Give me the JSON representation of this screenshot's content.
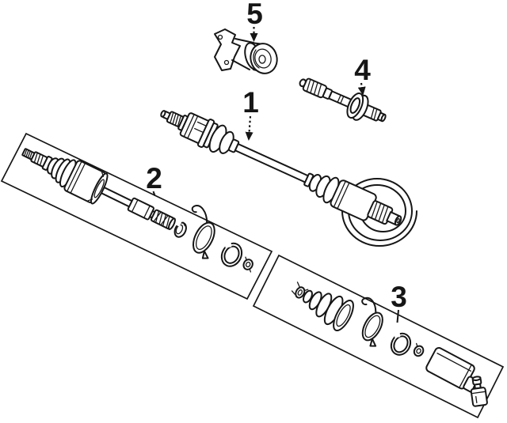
{
  "page": {
    "background_color": "#ffffff",
    "line_color": "#161616"
  },
  "diagram": {
    "kind": "exploded-parts-line-drawing",
    "subject": "drive-axle-cv-joint-parts",
    "callouts": [
      {
        "label": "1",
        "part": "halfshaft-assembly",
        "leader": "dashed-arrow"
      },
      {
        "label": "2",
        "part": "outboard-cv-joint-boot-kit",
        "leader": "short-line"
      },
      {
        "label": "3",
        "part": "inboard-cv-joint-boot-kit",
        "leader": "short-line"
      },
      {
        "label": "4",
        "part": "intermediate-shaft",
        "leader": "dashed-arrow"
      },
      {
        "label": "5",
        "part": "center-bearing-bracket",
        "leader": "dashed-arrow"
      }
    ]
  }
}
